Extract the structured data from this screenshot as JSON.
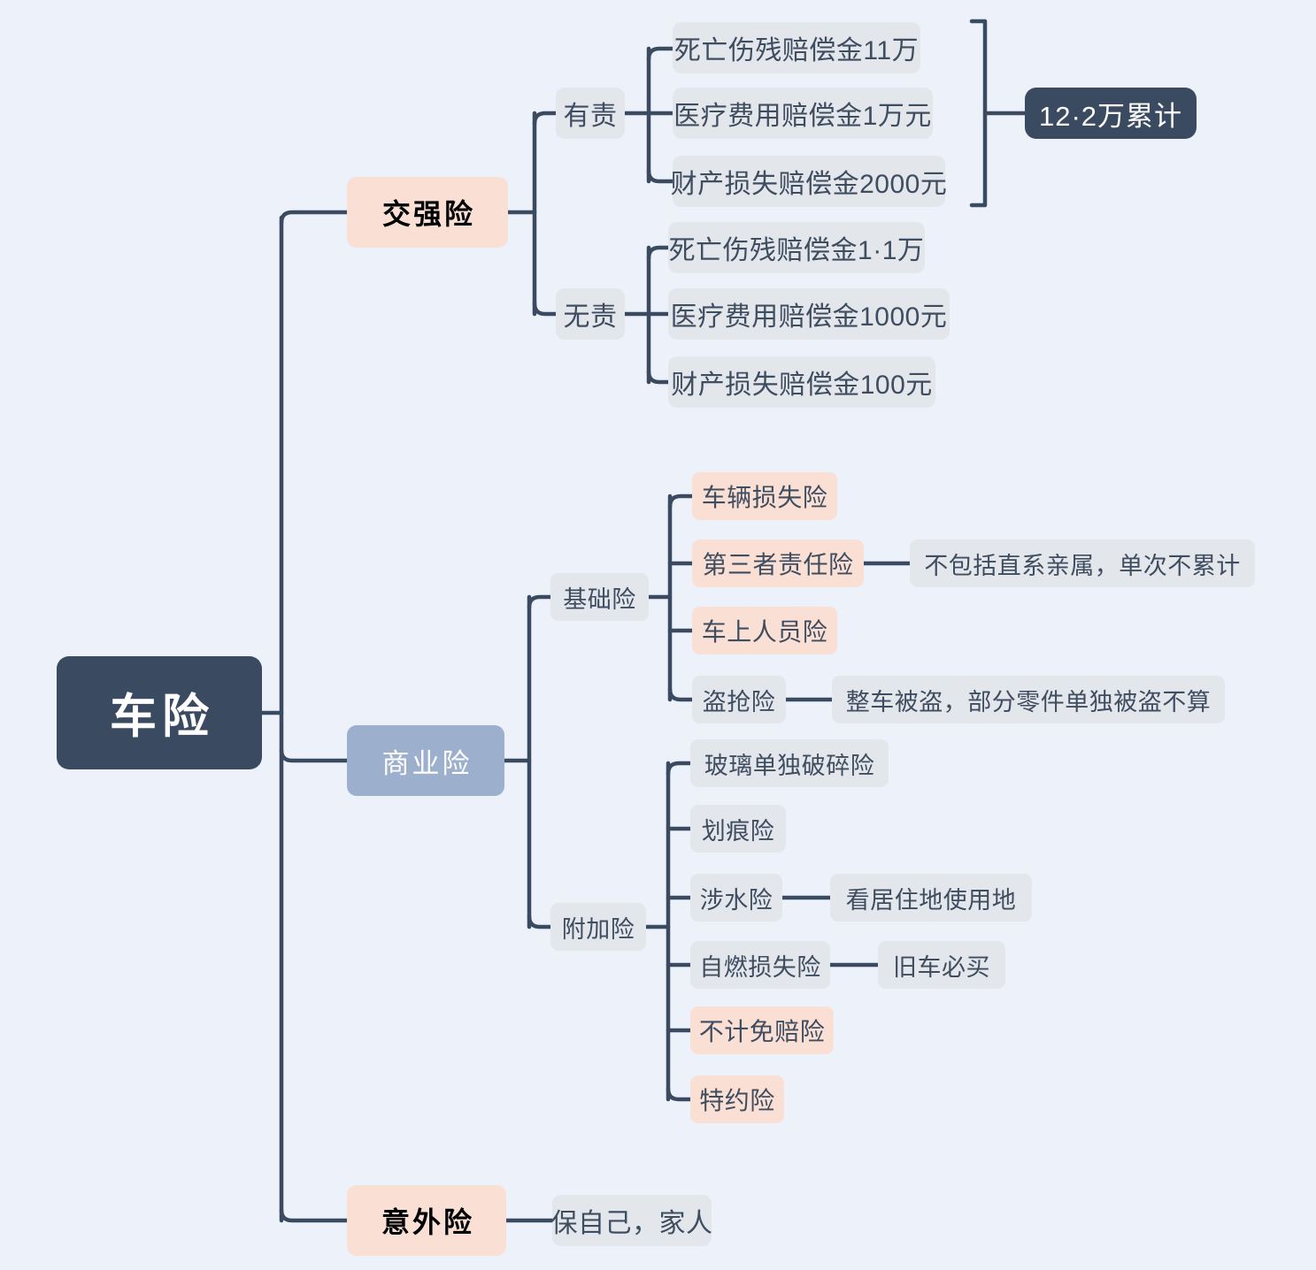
{
  "diagram": {
    "type": "mindmap",
    "title": "车险",
    "background_color": "#edf1f9",
    "line_color": "#3a4a60",
    "accent_pink": "#fadfd4",
    "accent_blue": "#9cb0ce",
    "accent_grey": "#e3e6eb",
    "accent_dark": "#3a4a60"
  },
  "root": {
    "label": "车险"
  },
  "branches": {
    "compulsory": {
      "label": "交强险",
      "groups": {
        "liable": {
          "label": "有责",
          "items": [
            "死亡伤残赔偿金11万",
            "医疗费用赔偿金1万元",
            "财产损失赔偿金2000元"
          ],
          "summary": "12·2万累计"
        },
        "not_liable": {
          "label": "无责",
          "items": [
            "死亡伤残赔偿金1·1万",
            "医疗费用赔偿金1000元",
            "财产损失赔偿金100元"
          ]
        }
      }
    },
    "commercial": {
      "label": "商业险",
      "groups": {
        "basic": {
          "label": "基础险",
          "items": [
            {
              "label": "车辆损失险",
              "style": "pink",
              "note": ""
            },
            {
              "label": "第三者责任险",
              "style": "pink",
              "note": "不包括直系亲属，单次不累计"
            },
            {
              "label": "车上人员险",
              "style": "pink",
              "note": ""
            },
            {
              "label": "盗抢险",
              "style": "grey",
              "note": "整车被盗，部分零件单独被盗不算"
            }
          ]
        },
        "additional": {
          "label": "附加险",
          "items": [
            {
              "label": "玻璃单独破碎险",
              "style": "grey",
              "note": ""
            },
            {
              "label": "划痕险",
              "style": "grey",
              "note": ""
            },
            {
              "label": "涉水险",
              "style": "grey",
              "note": "看居住地使用地"
            },
            {
              "label": "自燃损失险",
              "style": "grey",
              "note": "旧车必买"
            },
            {
              "label": "不计免赔险",
              "style": "pink",
              "note": ""
            },
            {
              "label": "特约险",
              "style": "pink",
              "note": ""
            }
          ]
        }
      }
    },
    "accident": {
      "label": "意外险",
      "note": "保自己，家人"
    }
  }
}
